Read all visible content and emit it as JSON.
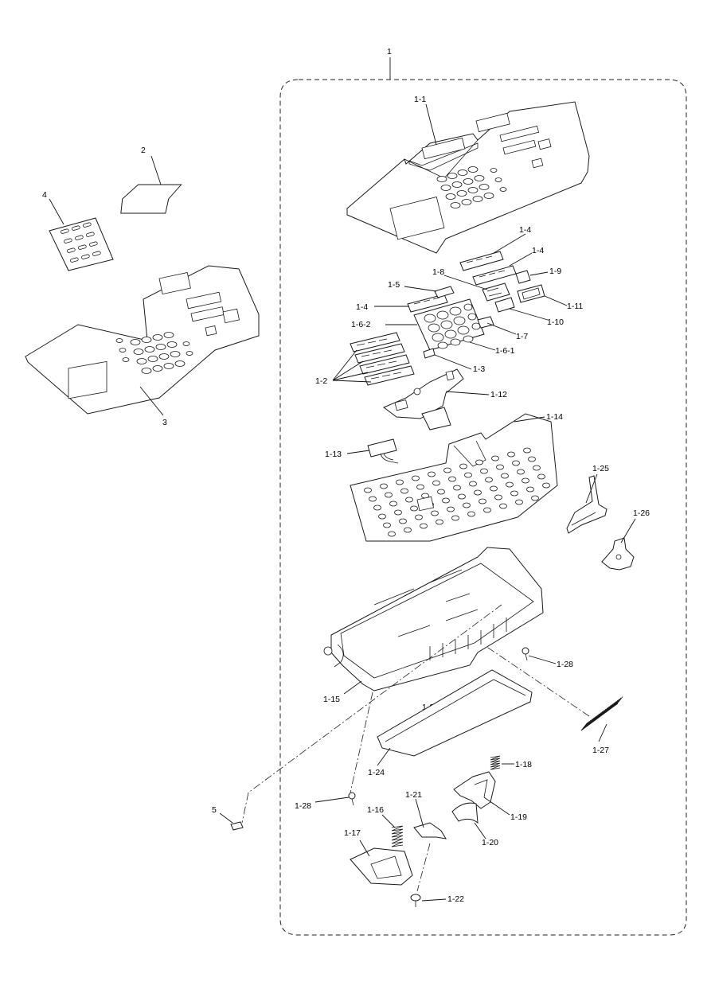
{
  "diagram": {
    "callouts": {
      "c1": "1",
      "c2": "2",
      "c3": "3",
      "c4": "4",
      "c5": "5",
      "c1_1": "1-1",
      "c1_2": "1-2",
      "c1_3": "1-3",
      "c1_4a": "1-4",
      "c1_4b": "1-4",
      "c1_4c": "1-4",
      "c1_5": "1-5",
      "c1_6_1": "1-6-1",
      "c1_6_2": "1-6-2",
      "c1_7": "1-7",
      "c1_8": "1-8",
      "c1_9": "1-9",
      "c1_10": "1-10",
      "c1_11": "1-11",
      "c1_12": "1-12",
      "c1_13": "1-13",
      "c1_14": "1-14",
      "c1_15": "1-15",
      "c1_16": "1-16",
      "c1_17": "1-17",
      "c1_18": "1-18",
      "c1_19": "1-19",
      "c1_20": "1-20",
      "c1_21": "1-21",
      "c1_22": "1-22",
      "c1_23": "1-23",
      "c1_24": "1-24",
      "c1_25": "1-25",
      "c1_26": "1-26",
      "c1_27": "1-27",
      "c1_28a": "1-28",
      "c1_28b": "1-28"
    }
  }
}
